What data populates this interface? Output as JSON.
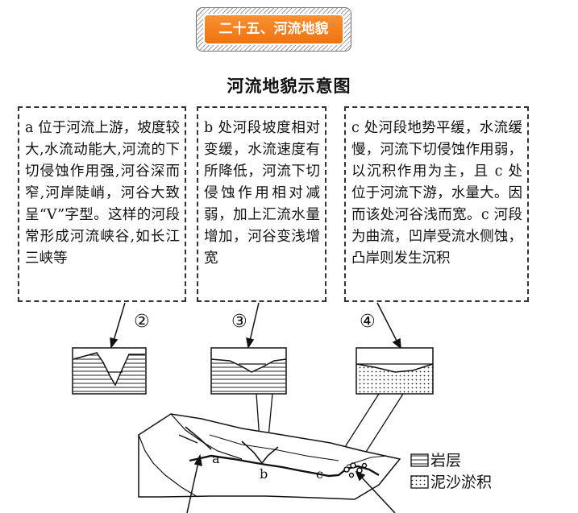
{
  "banner": {
    "label": "二十五、河流地貌"
  },
  "figure": {
    "title": "河流地貌示意图"
  },
  "boxes": [
    {
      "id": "a",
      "text": "a 位于河流上游，坡度较大,水流动能大,河流的下切侵蚀作用强,河谷深而窄,河岸陡峭，河谷大致呈“V”字型。这样的河段常形成河流峡谷,如长江三峡等"
    },
    {
      "id": "b",
      "text": "b 处河段坡度相对变缓，水流速度有所降低，河流下切侵蚀作用相对减弱，加上汇流水量增加，河谷变浅增宽"
    },
    {
      "id": "c",
      "text": "c 处河段地势平缓，水流缓慢，河流下切侵蚀作用弱，以沉积作用为主，且 c 处位于河流下游，水量大。因而该处河谷浅而宽。c 河段为曲流，凹岸受流水侧蚀，凸岸则发生沉积"
    }
  ],
  "callouts": [
    "②",
    "③",
    "④"
  ],
  "terrain_labels": {
    "a": "a",
    "b": "b",
    "c": "c"
  },
  "legend": [
    {
      "key": "rock",
      "label": "岩层"
    },
    {
      "key": "silt",
      "label": "泥沙淤积"
    }
  ],
  "colors": {
    "banner_orange": "#f07a1a",
    "line": "#111111"
  }
}
